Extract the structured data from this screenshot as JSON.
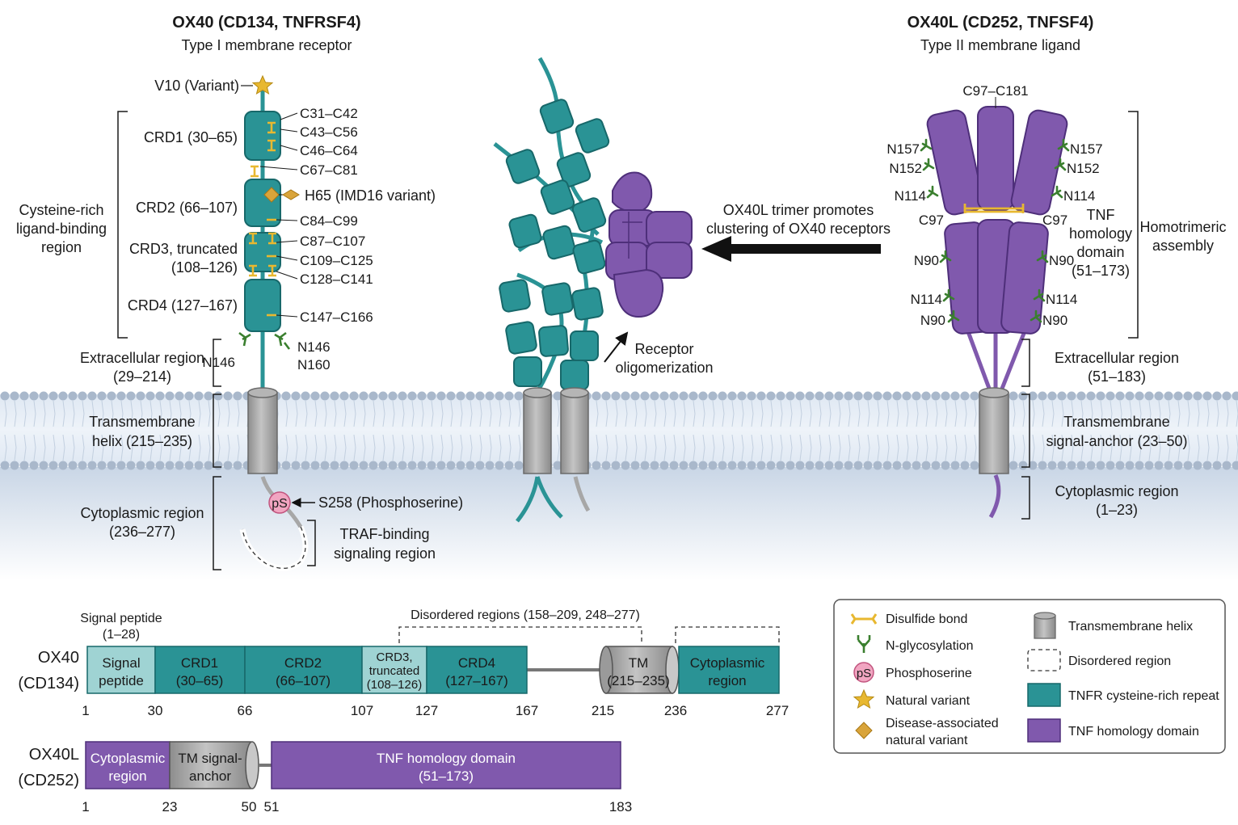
{
  "colors": {
    "teal": "#2a9395",
    "teal_dark": "#17686a",
    "teal_light": "#9fd3d3",
    "purple": "#8059ad",
    "purple_dark": "#4e2f7a",
    "gray": "#a7a7a7",
    "gold": "#e8b830",
    "glyco": "#3a7f2e",
    "pink": "#f1a5c1"
  },
  "ox40": {
    "title": "OX40 (CD134, TNFRSF4)",
    "subtitle": "Type I membrane receptor",
    "variant_v10": "V10 (Variant)",
    "variant_h65": "H65 (IMD16 variant)",
    "disulfides": [
      "C31–C42",
      "C43–C56",
      "C46–C64",
      "C67–C81",
      "C84–C99",
      "C87–C107",
      "C109–C125",
      "C128–C141",
      "C147–C166"
    ],
    "crd1": "CRD1 (30–65)",
    "crd2": "CRD2 (66–107)",
    "crd3_line1": "CRD3, truncated",
    "crd3_line2": "(108–126)",
    "crd4": "CRD4 (127–167)",
    "cys_region": [
      "Cysteine-rich",
      "ligand-binding",
      "region"
    ],
    "glyco_left": "N146",
    "glyco_right1": "N146",
    "glyco_right2": "N160",
    "extra_line1": "Extracellular region",
    "extra_line2": "(29–214)",
    "tm_line1": "Transmembrane",
    "tm_line2": "helix (215–235)",
    "cyto_line1": "Cytoplasmic region",
    "cyto_line2": "(236–277)",
    "ps_label": "pS",
    "s258": "S258 (Phosphoserine)",
    "traf_line1": "TRAF-binding",
    "traf_line2": "signaling region"
  },
  "middle": {
    "arrow_line1": "OX40L trimer promotes",
    "arrow_line2": "clustering of OX40 receptors",
    "olig_line1": "Receptor",
    "olig_line2": "oligomerization"
  },
  "ox40l": {
    "title": "OX40L (CD252, TNFSF4)",
    "subtitle": "Type II membrane ligand",
    "c97_c181": "C97–C181",
    "c97": "C97",
    "glyco_sites": {
      "n157": "N157",
      "n152": "N152",
      "n114": "N114",
      "n90": "N90"
    },
    "thd": [
      "TNF",
      "homology",
      "domain",
      "(51–173)"
    ],
    "homotrimeric": [
      "Homotrimeric",
      "assembly"
    ],
    "extra_line1": "Extracellular region",
    "extra_line2": "(51–183)",
    "tm_line1": "Transmembrane",
    "tm_line2": "signal-anchor (23–50)",
    "cyto_line1": "Cytoplasmic region",
    "cyto_line2": "(1–23)"
  },
  "domain_map": {
    "ox40_label": [
      "OX40",
      "(CD134)"
    ],
    "signal_peptide_top": [
      "Signal peptide",
      "(1–28)"
    ],
    "disordered_top": "Disordered regions (158–209, 248–277)",
    "ox40_segments": [
      {
        "lines": [
          "Signal",
          "peptide"
        ]
      },
      {
        "lines": [
          "CRD1",
          "(30–65)"
        ]
      },
      {
        "lines": [
          "CRD2",
          "(66–107)"
        ]
      },
      {
        "lines": [
          "CRD3,",
          "truncated",
          "(108–126)"
        ]
      },
      {
        "lines": [
          "CRD4",
          "(127–167)"
        ]
      },
      {
        "lines": [
          "TM",
          "(215–235)"
        ]
      },
      {
        "lines": [
          "Cytoplasmic",
          "region"
        ]
      }
    ],
    "ox40_ticks": [
      "1",
      "30",
      "66",
      "107",
      "127",
      "167",
      "215",
      "236",
      "277"
    ],
    "ox40l_label": [
      "OX40L",
      "(CD252)"
    ],
    "ox40l_segments": [
      {
        "lines": [
          "Cytoplasmic",
          "region"
        ]
      },
      {
        "lines": [
          "TM signal-",
          "anchor"
        ]
      },
      {
        "lines": [
          "TNF homology domain",
          "(51–173)"
        ]
      }
    ],
    "ox40l_ticks": [
      "1",
      "23",
      "50",
      "51",
      "183"
    ]
  },
  "legend": {
    "disulfide": "Disulfide bond",
    "glyco": "N-glycosylation",
    "phospho": "Phosphoserine",
    "ps_icon": "pS",
    "variant": "Natural variant",
    "disease": [
      "Disease-associated",
      "natural variant"
    ],
    "tm": "Transmembrane helix",
    "disordered": "Disordered region",
    "tnfr": "TNFR cysteine-rich repeat",
    "thd": "TNF homology domain"
  }
}
